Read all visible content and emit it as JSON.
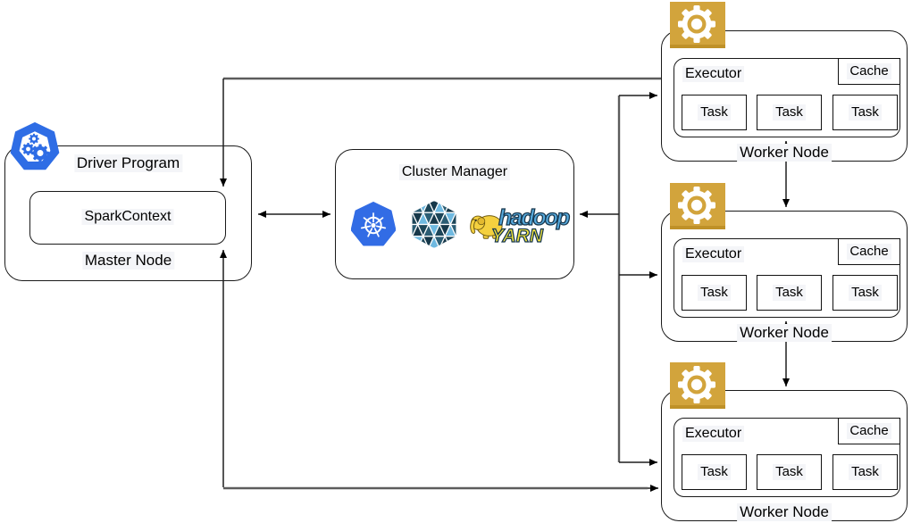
{
  "driver": {
    "title": "Driver Program",
    "context_label": "SparkContext",
    "node_label": "Master Node",
    "icon": "blue-heptagon-gears-icon"
  },
  "cluster_manager": {
    "title": "Cluster Manager",
    "logos": [
      "kubernetes-logo",
      "mesos-logo",
      "hadoop-yarn-logo"
    ],
    "yarn_text_top": "hadoop",
    "yarn_text_bottom": "YARN"
  },
  "workers": [
    {
      "executor_label": "Executor",
      "cache_label": "Cache",
      "tasks": [
        "Task",
        "Task",
        "Task"
      ],
      "node_label": "Worker Node",
      "icon": "gold-gear-icon"
    },
    {
      "executor_label": "Executor",
      "cache_label": "Cache",
      "tasks": [
        "Task",
        "Task",
        "Task"
      ],
      "node_label": "Worker Node",
      "icon": "gold-gear-icon"
    },
    {
      "executor_label": "Executor",
      "cache_label": "Cache",
      "tasks": [
        "Task",
        "Task",
        "Task"
      ],
      "node_label": "Worker Node",
      "icon": "gold-gear-icon"
    }
  ],
  "colors": {
    "kubernetes_blue": "#326CE5",
    "gear_gold": "#D2A43C",
    "mesos_palette": [
      "#16384A",
      "#5FA8D3",
      "#2B5D74",
      "#7EC3E6",
      "#1C4558",
      "#4E9CC9",
      "#6FB9E0",
      "#245066"
    ],
    "yarn_blue": "#56A9DC",
    "yarn_yellow": "#F5E63B",
    "elephant_yellow": "#F4D03F",
    "line": "#1f1f1f"
  }
}
